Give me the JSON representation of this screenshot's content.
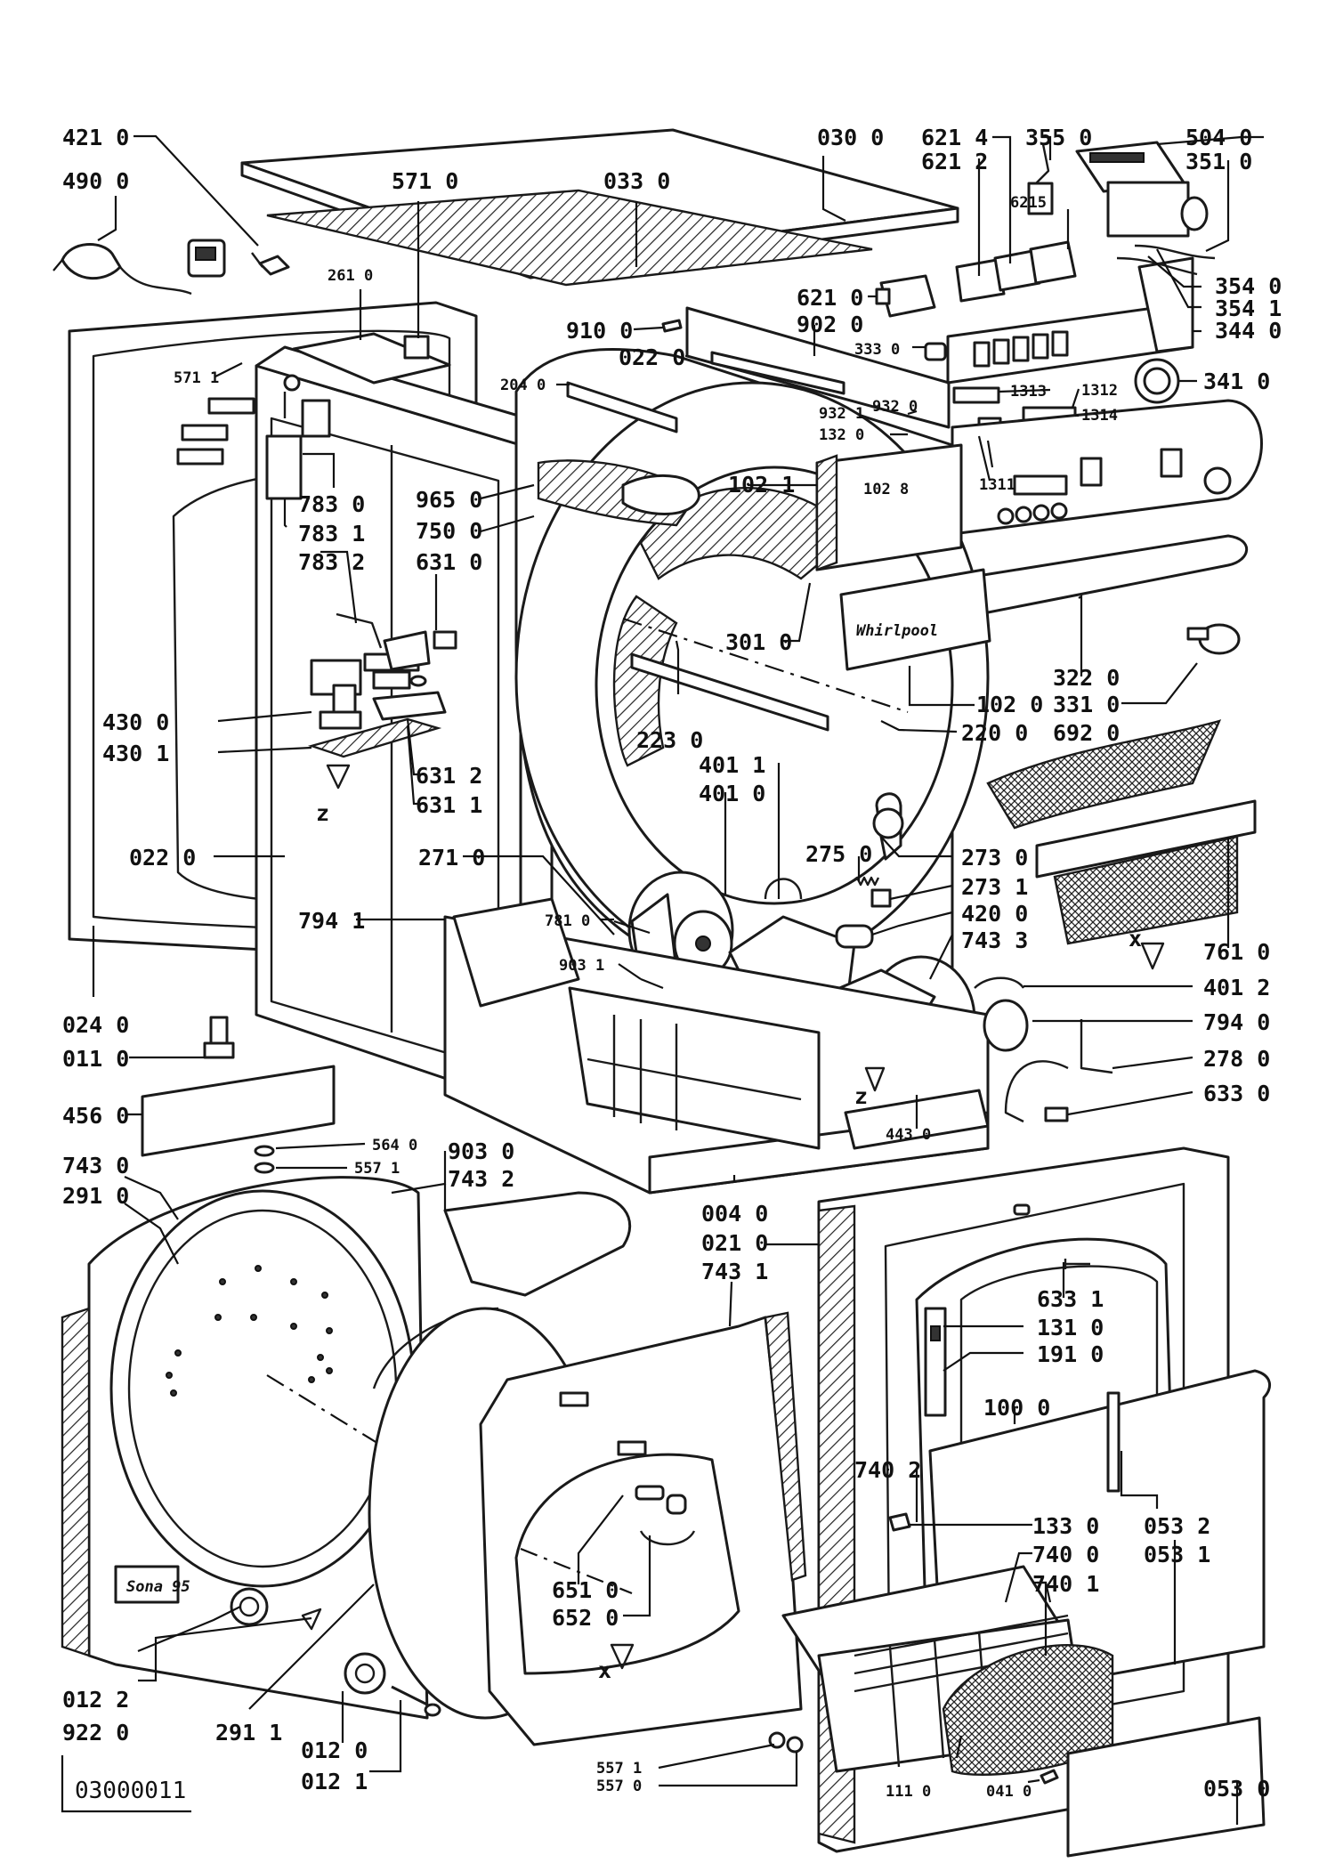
{
  "document_code": "03000011",
  "labels": [
    {
      "id": "l4210",
      "text": "421 0"
    },
    {
      "id": "l4900",
      "text": "490 0"
    },
    {
      "id": "l5710",
      "text": "571 0"
    },
    {
      "id": "l0330",
      "text": "033 0"
    },
    {
      "id": "l0300",
      "text": "030 0"
    },
    {
      "id": "l6214",
      "text": "621 4"
    },
    {
      "id": "l6212",
      "text": "621 2"
    },
    {
      "id": "l3550",
      "text": "355 0"
    },
    {
      "id": "l5040",
      "text": "504 0"
    },
    {
      "id": "l3510",
      "text": "351 0"
    },
    {
      "id": "l6215",
      "text": "6215"
    },
    {
      "id": "l3540",
      "text": "354 0"
    },
    {
      "id": "l3541",
      "text": "354 1"
    },
    {
      "id": "l3440",
      "text": "344 0"
    },
    {
      "id": "l2610",
      "text": "261 0"
    },
    {
      "id": "l9100",
      "text": "910 0"
    },
    {
      "id": "l6210",
      "text": "621 0"
    },
    {
      "id": "l9020",
      "text": "902 0"
    },
    {
      "id": "l0220a",
      "text": "022 0"
    },
    {
      "id": "l3330",
      "text": "333 0"
    },
    {
      "id": "l3410",
      "text": "341 0"
    },
    {
      "id": "l5711",
      "text": "571 1"
    },
    {
      "id": "l2040",
      "text": "204 0"
    },
    {
      "id": "l1313",
      "text": "1313"
    },
    {
      "id": "l1312",
      "text": "1312"
    },
    {
      "id": "l9321",
      "text": "932 1"
    },
    {
      "id": "l9320",
      "text": "932 0"
    },
    {
      "id": "l1314",
      "text": "1314"
    },
    {
      "id": "l1320",
      "text": "132 0"
    },
    {
      "id": "l7830",
      "text": "783 0"
    },
    {
      "id": "l9650",
      "text": "965 0"
    },
    {
      "id": "l1021",
      "text": "102 1"
    },
    {
      "id": "l1028",
      "text": "102 8"
    },
    {
      "id": "l1311",
      "text": "1311"
    },
    {
      "id": "l7831",
      "text": "783 1"
    },
    {
      "id": "l7500",
      "text": "750 0"
    },
    {
      "id": "l7832",
      "text": "783 2"
    },
    {
      "id": "l6310",
      "text": "631 0"
    },
    {
      "id": "l3010",
      "text": "301 0"
    },
    {
      "id": "l3220",
      "text": "322 0"
    },
    {
      "id": "l3310",
      "text": "331 0"
    },
    {
      "id": "l1020",
      "text": "102 0"
    },
    {
      "id": "l4300",
      "text": "430 0"
    },
    {
      "id": "l2200",
      "text": "220 0"
    },
    {
      "id": "l6920",
      "text": "692 0"
    },
    {
      "id": "l4301",
      "text": "430 1"
    },
    {
      "id": "l2230",
      "text": "223 0"
    },
    {
      "id": "l6312",
      "text": "631 2"
    },
    {
      "id": "l4011",
      "text": "401 1"
    },
    {
      "id": "l6311",
      "text": "631 1"
    },
    {
      "id": "l4010",
      "text": "401 0"
    },
    {
      "id": "l0220b",
      "text": "022 0"
    },
    {
      "id": "l2710",
      "text": "271 0"
    },
    {
      "id": "l2750",
      "text": "275 0"
    },
    {
      "id": "l2730",
      "text": "273 0"
    },
    {
      "id": "l2731",
      "text": "273 1"
    },
    {
      "id": "l7941",
      "text": "794 1"
    },
    {
      "id": "l7810",
      "text": "781 0"
    },
    {
      "id": "l4200",
      "text": "420 0"
    },
    {
      "id": "l7433",
      "text": "743 3"
    },
    {
      "id": "l7610",
      "text": "761 0"
    },
    {
      "id": "l9031",
      "text": "903 1"
    },
    {
      "id": "l4012",
      "text": "401 2"
    },
    {
      "id": "l0240",
      "text": "024 0"
    },
    {
      "id": "l7940",
      "text": "794 0"
    },
    {
      "id": "l0110",
      "text": "011 0"
    },
    {
      "id": "l2780",
      "text": "278 0"
    },
    {
      "id": "l6330",
      "text": "633 0"
    },
    {
      "id": "l4560",
      "text": "456 0"
    },
    {
      "id": "l4430",
      "text": "443 0"
    },
    {
      "id": "l5640",
      "text": "564 0"
    },
    {
      "id": "l9030",
      "text": "903 0"
    },
    {
      "id": "l7430",
      "text": "743 0"
    },
    {
      "id": "l5571a",
      "text": "557 1"
    },
    {
      "id": "l7432",
      "text": "743 2"
    },
    {
      "id": "l2910",
      "text": "291 0"
    },
    {
      "id": "l0040",
      "text": "004 0"
    },
    {
      "id": "l0210",
      "text": "021 0"
    },
    {
      "id": "l7431",
      "text": "743 1"
    },
    {
      "id": "l6331",
      "text": "633 1"
    },
    {
      "id": "l1310",
      "text": "131 0"
    },
    {
      "id": "l1910",
      "text": "191 0"
    },
    {
      "id": "l1000",
      "text": "100 0"
    },
    {
      "id": "l7402",
      "text": "740 2"
    },
    {
      "id": "l1330",
      "text": "133 0"
    },
    {
      "id": "l0532",
      "text": "053 2"
    },
    {
      "id": "l7400",
      "text": "740 0"
    },
    {
      "id": "l0531",
      "text": "053 1"
    },
    {
      "id": "l7401",
      "text": "740 1"
    },
    {
      "id": "l6510",
      "text": "651 0"
    },
    {
      "id": "l6520",
      "text": "652 0"
    },
    {
      "id": "l0122",
      "text": "012 2"
    },
    {
      "id": "l9220",
      "text": "922 0"
    },
    {
      "id": "l2911",
      "text": "291 1"
    },
    {
      "id": "l0120",
      "text": "012 0"
    },
    {
      "id": "l0121",
      "text": "012 1"
    },
    {
      "id": "l5571b",
      "text": "557 1"
    },
    {
      "id": "l5570",
      "text": "557 0"
    },
    {
      "id": "l1110",
      "text": "111 0"
    },
    {
      "id": "l0410",
      "text": "041 0"
    },
    {
      "id": "l0530",
      "text": "053 0"
    }
  ],
  "markers": {
    "z1": "z",
    "z2": "z",
    "x1": "x",
    "x2": "x"
  }
}
